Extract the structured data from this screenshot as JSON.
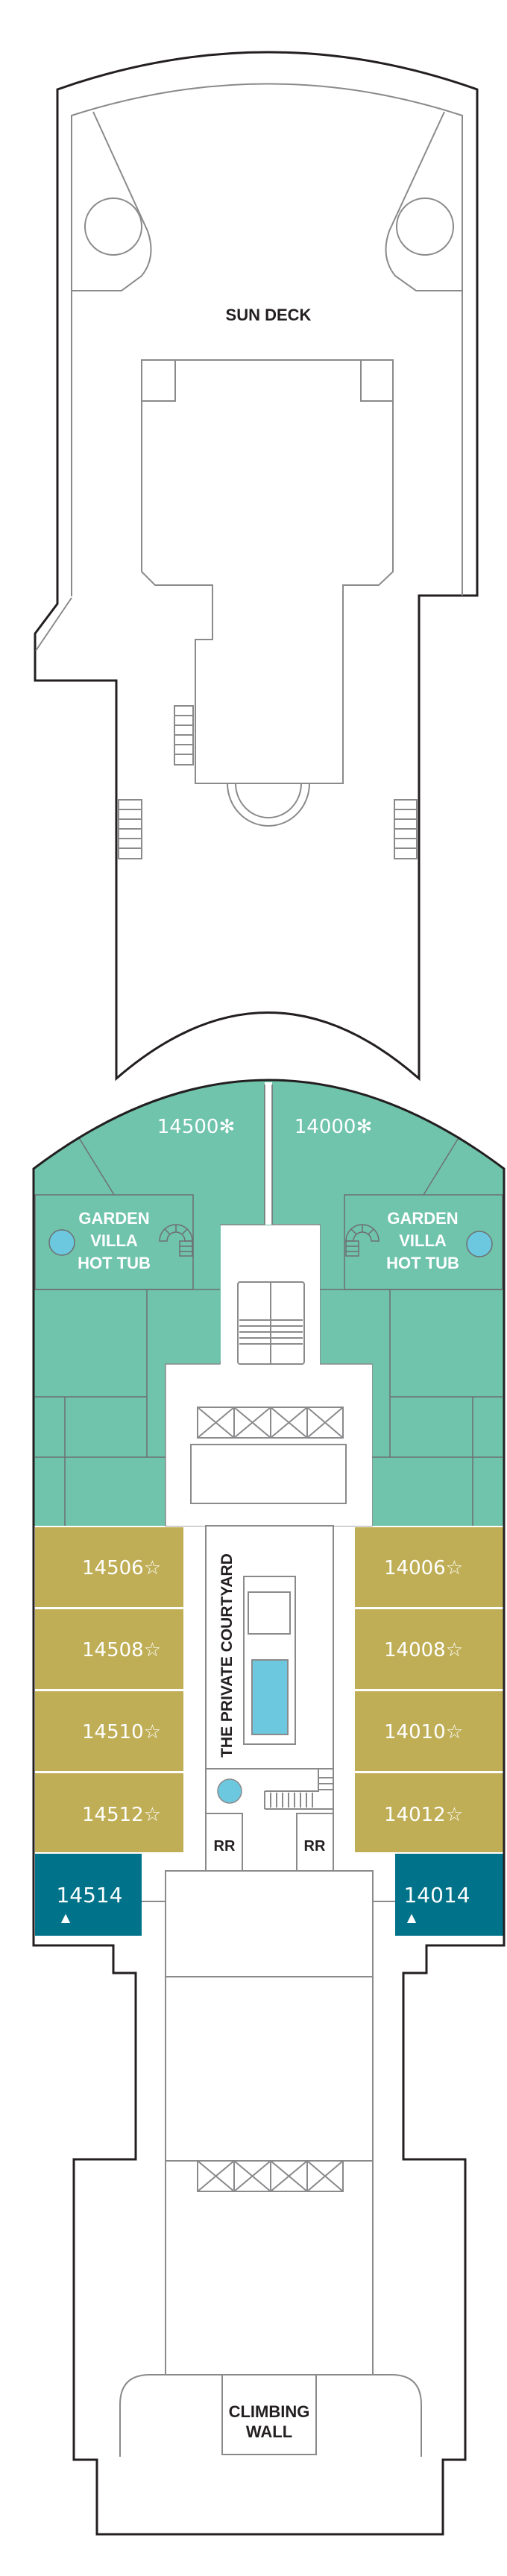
{
  "colors": {
    "hull": "#231f20",
    "lines": "#8a8a8c",
    "garden_villa": "#6fc4ab",
    "star_suite": "#bfae55",
    "accessible_cabin": "#00738a",
    "water": "#6cc8de"
  },
  "upper_deck": {
    "label": "SUN DECK"
  },
  "lower_deck": {
    "villas": {
      "port": {
        "number": "14500✻",
        "feature": [
          "GARDEN",
          "VILLA",
          "HOT TUB"
        ]
      },
      "starboard": {
        "number": "14000✻",
        "feature": [
          "GARDEN",
          "VILLA",
          "HOT TUB"
        ]
      }
    },
    "port_cabins": [
      {
        "number": "14506☆"
      },
      {
        "number": "14508☆"
      },
      {
        "number": "14510☆"
      },
      {
        "number": "14512☆"
      }
    ],
    "starboard_cabins": [
      {
        "number": "14006☆"
      },
      {
        "number": "14008☆"
      },
      {
        "number": "14010☆"
      },
      {
        "number": "14012☆"
      }
    ],
    "accessible_cabins": {
      "port": {
        "number": "14514",
        "symbol": "▲"
      },
      "starboard": {
        "number": "14014",
        "symbol": "▲"
      }
    },
    "courtyard_label": "THE PRIVATE COURTYARD",
    "restrooms": {
      "left": "RR",
      "right": "RR"
    },
    "climbing_wall": [
      "CLIMBING",
      "WALL"
    ]
  }
}
